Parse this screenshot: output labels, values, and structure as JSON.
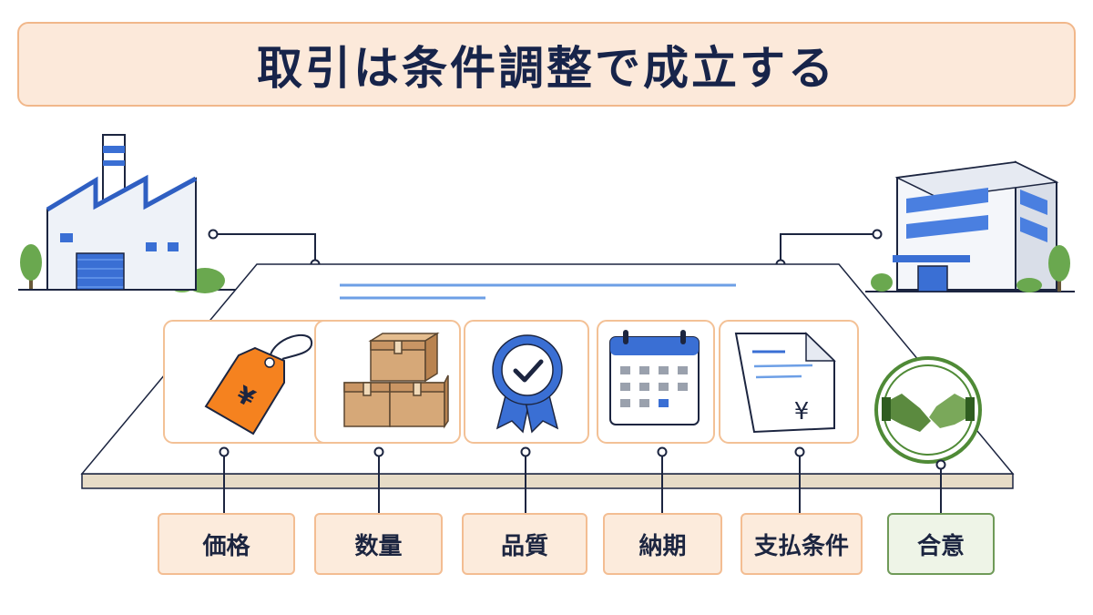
{
  "title": "取引は条件調整で成立する",
  "labels": {
    "price": "価格",
    "quantity": "数量",
    "quality": "品質",
    "delivery": "納期",
    "payment_terms": "支払条件",
    "agreement": "合意"
  },
  "icon_glyphs": {
    "price_tag_symbol": "¥",
    "invoice_symbol": "¥"
  },
  "icons": {
    "left": "factory-icon",
    "right": "office-building-icon",
    "cards": [
      "price-tag-icon",
      "boxes-icon",
      "quality-badge-icon",
      "calendar-icon",
      "invoice-icon",
      "handshake-icon"
    ]
  },
  "colors": {
    "title_bg": "#fce9da",
    "title_border": "#f1b78a",
    "title_text": "#17244a",
    "accent_orange": "#f5821f",
    "accent_blue": "#3b76d8",
    "accent_green": "#5b8a3f",
    "line_navy": "#1c2540"
  }
}
